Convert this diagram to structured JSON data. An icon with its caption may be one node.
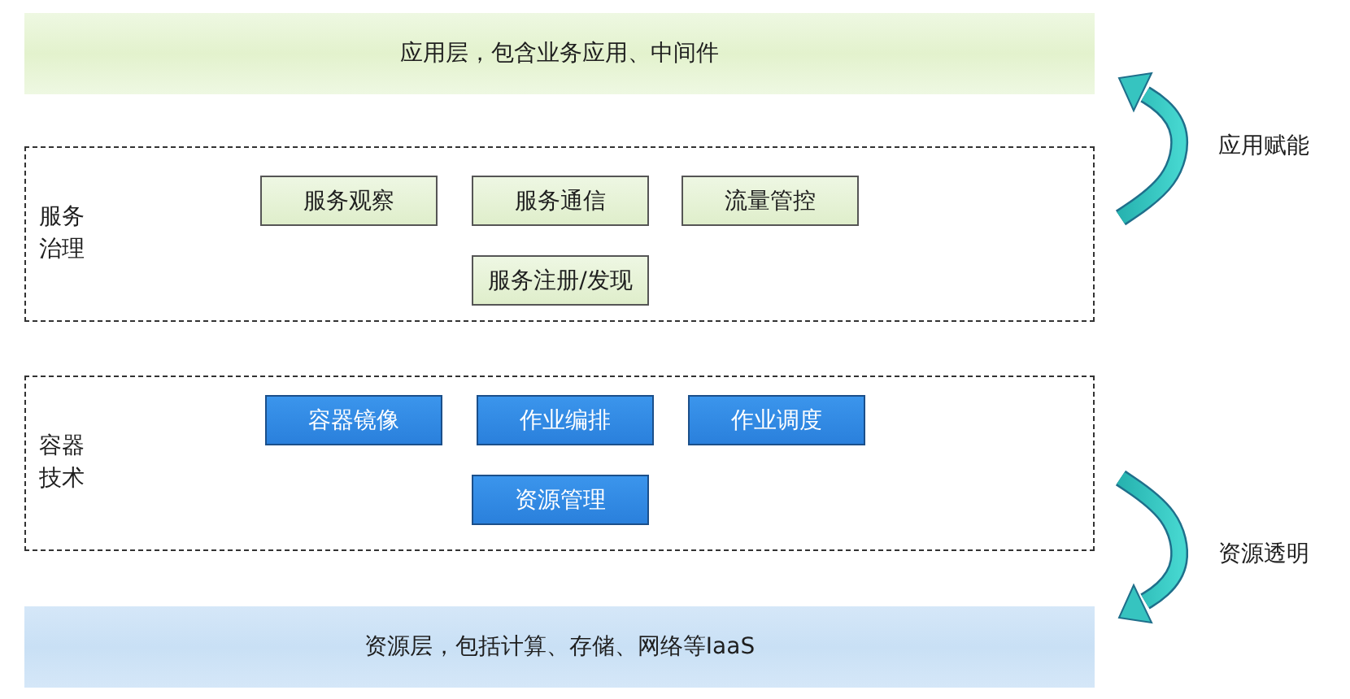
{
  "diagram": {
    "nodes": [
      {
        "text": [
          "应用层，包含业务应用、中间件"
        ]
      },
      {
        "text": [
          "服务治理"
        ]
      },
      {
        "text": [
          "服务观察"
        ],
        "in": 1
      },
      {
        "text": [
          "服务通信"
        ],
        "in": 1
      },
      {
        "text": [
          "流量管控"
        ],
        "in": 1
      },
      {
        "text": [
          "服务注册/发现"
        ],
        "in": 1
      },
      {
        "text": [
          "容器技术"
        ]
      },
      {
        "text": [
          "容器镜像"
        ],
        "in": 6
      },
      {
        "text": [
          "作业编排"
        ],
        "in": 6
      },
      {
        "text": [
          "作业调度"
        ],
        "in": 6
      },
      {
        "text": [
          "资源管理"
        ],
        "in": 6
      },
      {
        "text": [
          "资源层，包括计算、存储、网络等IaaS"
        ]
      }
    ],
    "labels": [
      "应用赋能",
      "资源透明"
    ]
  }
}
